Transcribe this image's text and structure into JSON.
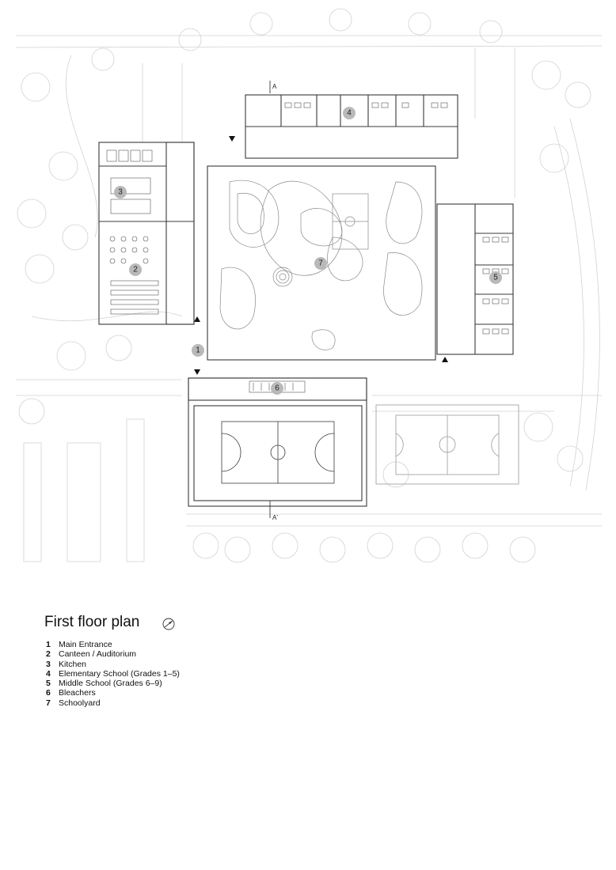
{
  "plan": {
    "markers": [
      "1",
      "2",
      "3",
      "4",
      "5",
      "6",
      "7"
    ],
    "section_top": "A",
    "section_bottom": "A'"
  },
  "legend": {
    "title": "First floor plan",
    "items": [
      {
        "num": "1",
        "label": "Main Entrance"
      },
      {
        "num": "2",
        "label": "Canteen / Auditorium"
      },
      {
        "num": "3",
        "label": "Kitchen"
      },
      {
        "num": "4",
        "label": "Elementary School (Grades 1–5)"
      },
      {
        "num": "5",
        "label": "Middle School (Grades 6–9)"
      },
      {
        "num": "6",
        "label": "Bleachers"
      },
      {
        "num": "7",
        "label": "Schoolyard"
      }
    ]
  },
  "colors": {
    "line": "#3a3a3a",
    "light_line": "#cfcfcf",
    "marker": "#b9b9b9"
  },
  "icons": [
    "north-arrow-icon",
    "entrance-triangle-icon"
  ]
}
